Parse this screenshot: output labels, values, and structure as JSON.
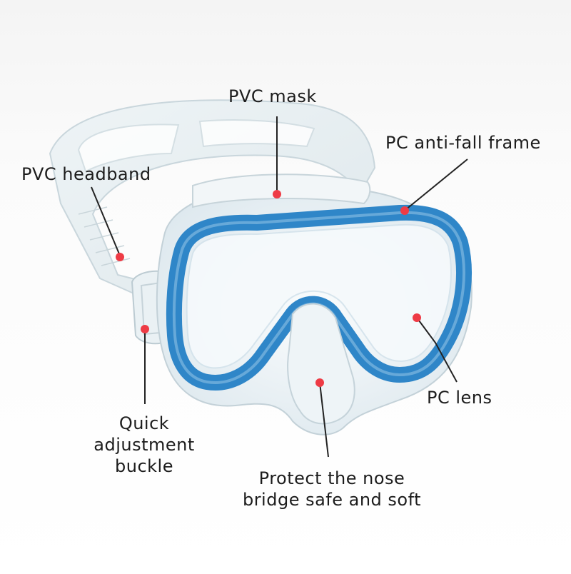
{
  "labels": {
    "pvc_mask": "PVC mask",
    "pc_frame": "PC anti-fall frame",
    "pvc_headband": "PVC headband",
    "pc_lens": "PC lens",
    "buckle": [
      "Quick",
      "adjustment",
      "buckle"
    ],
    "nose": [
      "Protect the nose",
      "bridge safe and soft"
    ]
  },
  "colors": {
    "frame_blue": "#2f86c8",
    "marker_red": "#ee3b45",
    "leader_line": "#222222",
    "label_text": "#1c1c1c",
    "silicone": "#e9f1f5"
  }
}
